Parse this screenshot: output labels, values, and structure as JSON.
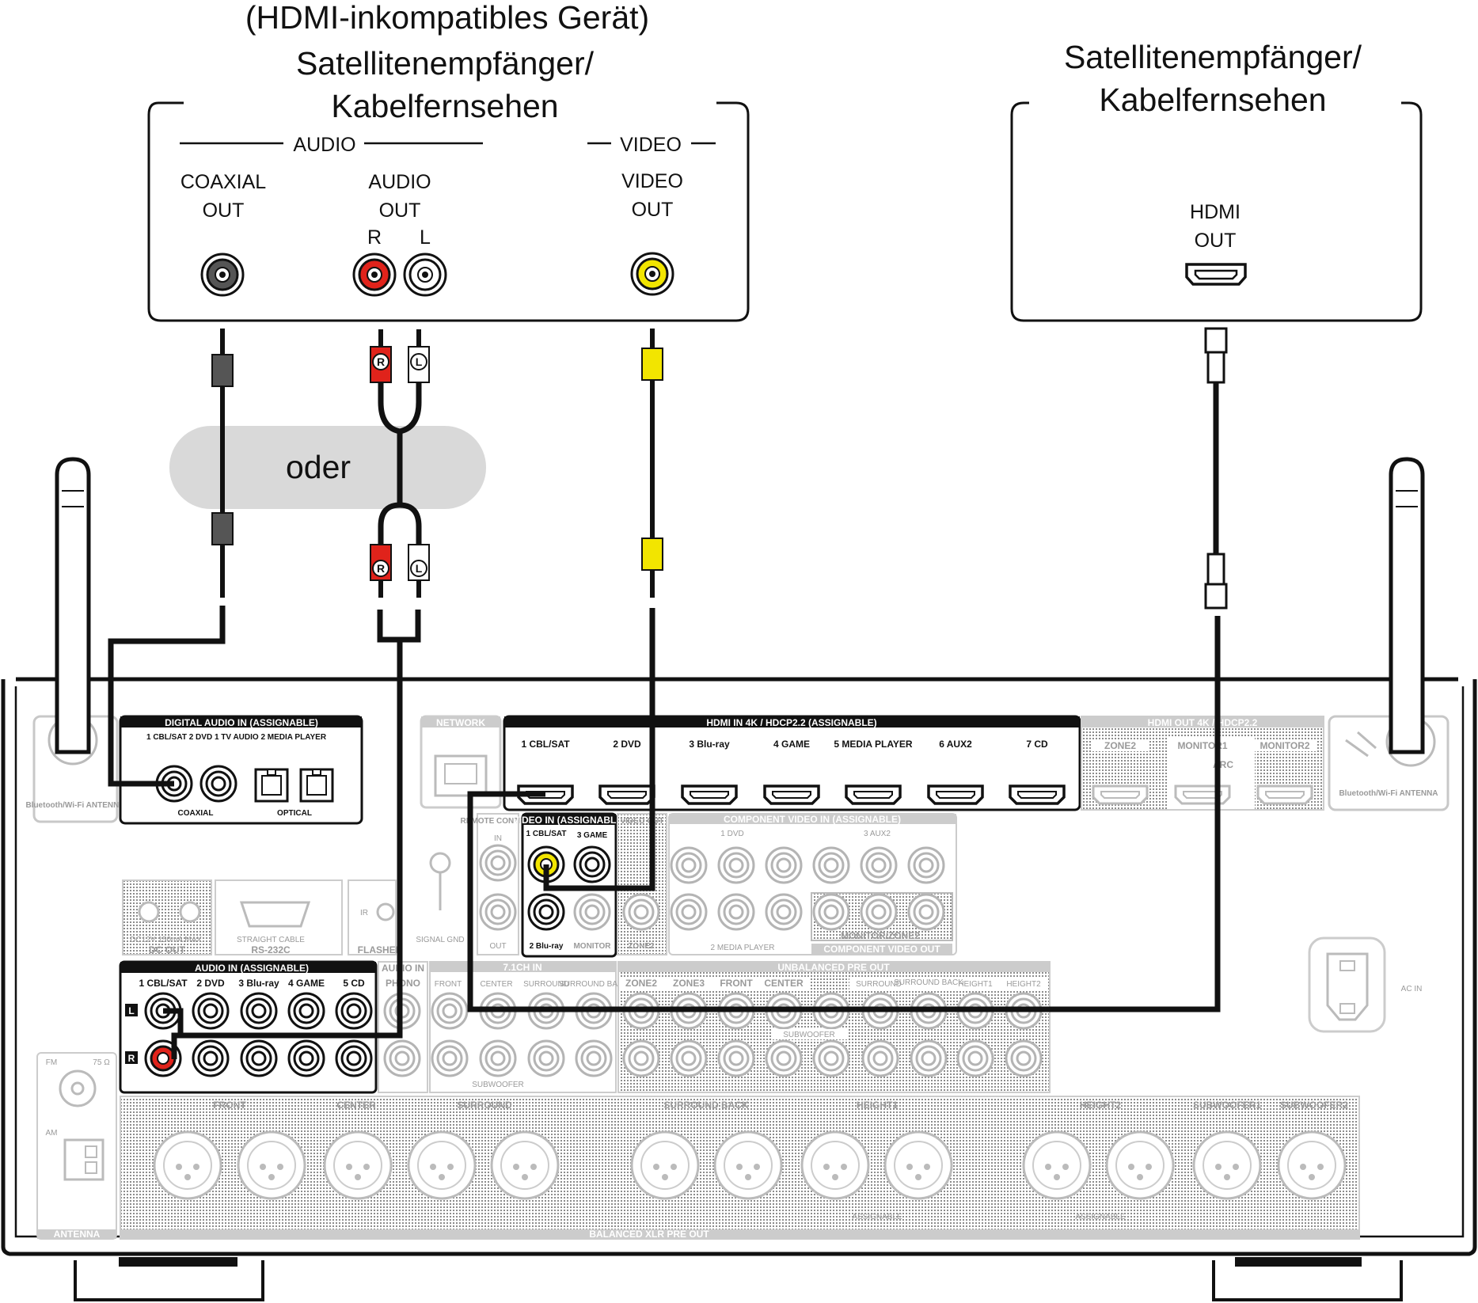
{
  "source_device_left": {
    "title_line1": "(HDMI-inkompatibles Gerät)",
    "title_line2": "Satellitenempfänger/",
    "title_line3": "Kabelfernsehen",
    "group_audio": "AUDIO",
    "group_video": "VIDEO",
    "coaxial_line1": "COAXIAL",
    "coaxial_line2": "OUT",
    "audio_line1": "AUDIO",
    "audio_line2": "OUT",
    "audio_r": "R",
    "audio_l": "L",
    "video_line1": "VIDEO",
    "video_line2": "OUT"
  },
  "source_device_right": {
    "title_line1": "Satellitenempfänger/",
    "title_line2": "Kabelfernsehen",
    "hdmi_line1": "HDMI",
    "hdmi_line2": "OUT"
  },
  "or_label": "oder",
  "plugs": {
    "r": "R",
    "l": "L"
  },
  "receiver": {
    "digital_audio_in": "DIGITAL AUDIO IN (ASSIGNABLE)",
    "digital_inputs": "1 CBL/SAT  2 DVD     1 TV AUDIO  2 MEDIA PLAYER",
    "coaxial": "COAXIAL",
    "optical": "OPTICAL",
    "bt_antenna_left": "Bluetooth/Wi-Fi ANTENNA",
    "bt_antenna_right": "Bluetooth/Wi-Fi ANTENNA",
    "network": "NETWORK",
    "hdmi_in": "HDMI IN   4K / HDCP2.2  (ASSIGNABLE)",
    "hdmi_in_ports": [
      "1 CBL/SAT",
      "2 DVD",
      "3 Blu-ray",
      "4 GAME",
      "5 MEDIA PLAYER",
      "6 AUX2",
      "7 CD"
    ],
    "hdmi_out": "HDMI OUT   4K / HDCP2.2",
    "hdmi_out_ports": [
      "ZONE2",
      "MONITOR1",
      "MONITOR2"
    ],
    "arc": "ARC",
    "remote_control": "REMOTE CONTROL",
    "remote_in": "IN",
    "remote_out": "OUT",
    "video_in": "VIDEO IN (ASSIGNABLE)",
    "video_in_port1": "1 CBL/SAT",
    "video_in_port2": "2 Blu-ray",
    "video_in_port3": "3 GAME",
    "video_out": "VIDEO OUT",
    "monitor": "MONITOR",
    "zone2": "ZONE2",
    "component_video_in": "COMPONENT VIDEO IN (ASSIGNABLE)",
    "component_1": "1  DVD",
    "component_3": "3  AUX2",
    "component_2": "2  MEDIA PLAYER",
    "monitor_zone2": "MONITOR/ZONE2",
    "component_video_out": "COMPONENT VIDEO OUT",
    "dc_out": "DC OUT",
    "dc_spec": "DC12V 150mA MAX.",
    "rs232c": "RS-232C",
    "straight_cable": "STRAIGHT CABLE",
    "flasher": "FLASHER",
    "ir": "IR",
    "signal_gnd": "SIGNAL GND",
    "audio_in": "AUDIO IN (ASSIGNABLE)",
    "audio_in_ports": [
      "1 CBL/SAT",
      "2 DVD",
      "3 Blu-ray",
      "4 GAME",
      "5 CD"
    ],
    "audio_in_short": "AUDIO IN",
    "phono": "PHONO",
    "ch71_in": "7.1CH IN",
    "ch71_ports": [
      "FRONT",
      "CENTER",
      "SURROUND",
      "SURROUND BACK"
    ],
    "subwoofer": "SUBWOOFER",
    "unbalanced_pre_out": "UNBALANCED PRE OUT",
    "pre_out_ports": [
      "ZONE2",
      "ZONE3",
      "FRONT",
      "CENTER",
      "SURROUND",
      "SURROUND BACK",
      "HEIGHT1",
      "HEIGHT2"
    ],
    "fm": "FM",
    "fm_ohm": "75 Ω",
    "am": "AM",
    "antenna": "ANTENNA",
    "xlr_groups": [
      "FRONT",
      "CENTER",
      "SURROUND",
      "SURROUND BACK",
      "HEIGHT1",
      "HEIGHT2",
      "SUBWOOFER1",
      "SUBWOOFER2"
    ],
    "assignable": "ASSIGNABLE",
    "balanced_xlr": "BALANCED XLR PRE OUT",
    "ac_in": "AC IN"
  },
  "colors": {
    "red": "#e0231b",
    "yellow": "#f2e500",
    "cable": "#111111",
    "gray": "#d9d9d9"
  }
}
